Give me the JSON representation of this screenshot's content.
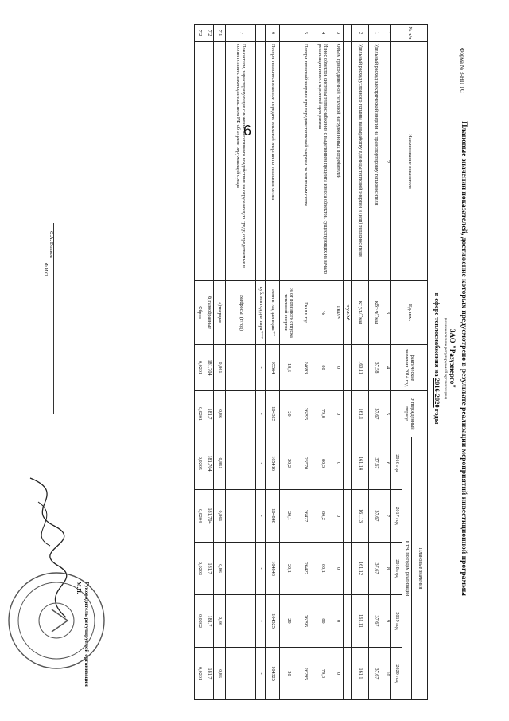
{
  "page_number": "6",
  "form_code": "Форма № 3-НП ТС",
  "heading": {
    "line1": "Плановые значения показателей, достижение которых предусмотрено в результате реализации мероприятий инвестиционной программы",
    "org": "ЗАО \"Разуэнерго\"",
    "org_caption": "(наименование регулируемой организации)",
    "period_prefix": "в сфере теплоснабжения на",
    "period": "2016-2020",
    "period_suffix": "годы"
  },
  "columns": {
    "num": "№ п/п",
    "name": "Наименование показателя",
    "unit": "Ед. изм.",
    "fact": "фактические значения 2014 год",
    "approved": "Утвержденный период",
    "planned": "Плановые значения",
    "by_year": "в т.ч. по годам реализации",
    "years": [
      "2016 год",
      "2017 год",
      "2018 год",
      "2019 год",
      "2020 год"
    ],
    "index": [
      "1",
      "2",
      "3",
      "4",
      "5",
      "6",
      "7",
      "8",
      "9",
      "10"
    ]
  },
  "rows": [
    {
      "n": "1",
      "name": "Удельный расход электрической энергии на транспортировку теплоносителя",
      "unit": "кВт·ч/Гкал",
      "vals": [
        "37,58",
        "37,67",
        "37,67",
        "37,67",
        "37,67",
        "37,67",
        "37,67"
      ]
    },
    {
      "n": "2",
      "name": "Удельный расход условного топлива на выработку единицы тепловой энергии и (или) теплоносителя",
      "unit": "кг у.т./Гкал",
      "vals": [
        "160,11",
        "161,1",
        "161,14",
        "161,13",
        "161,12",
        "161,11",
        "161,1"
      ]
    },
    {
      "n": "",
      "name": "",
      "unit": "т у.т./м³",
      "vals": [
        "-",
        "-",
        "-",
        "-",
        "-",
        "-",
        "-"
      ]
    },
    {
      "n": "3",
      "name": "Объем присоединенной тепловой нагрузки новых потребителей",
      "unit": "Гкал/ч",
      "vals": [
        "0",
        "0",
        "0",
        "0",
        "0",
        "0",
        "0"
      ]
    },
    {
      "n": "4",
      "name": "Износ объектов системы теплоснабжения с выделением процента износа объектов, существующих на начало реализации инвестиционной программы",
      "unit": "%",
      "vals": [
        "80",
        "79,8",
        "80,3",
        "80,2",
        "80,1",
        "80",
        "79,8"
      ]
    },
    {
      "n": "5",
      "name": "Потери тепловой энергии при передаче тепловой энергии по тепловым сетям",
      "unit": "Гкал в год",
      "vals": [
        "24693",
        "26295",
        "26570",
        "26427",
        "26427",
        "26295",
        "26295"
      ]
    },
    {
      "n": "",
      "name": "",
      "unit": "% от полезного отпуска тепловой энергии",
      "vals": [
        "18,6",
        "20",
        "20,2",
        "20,1",
        "20,1",
        "20",
        "20"
      ]
    },
    {
      "n": "6",
      "name": "Потери теплоносителя при передаче тепловой энергии по тепловым сетям",
      "unit": "тонн в год для воды **",
      "vals": [
        "95564",
        "104325",
        "105416",
        "104848",
        "104848",
        "104325",
        "104325"
      ]
    },
    {
      "n": "",
      "name": "",
      "unit": "куб. м в год для пара ***",
      "vals": [
        "-",
        "-",
        "-",
        "-",
        "-",
        "-",
        "-"
      ]
    },
    {
      "n": "7",
      "name": "Показатели, характеризующие снижение негативного воздействия на окружающую среду, определяемые в соответствии с законодательством РФ об охране окружающей среды",
      "unit": "Выбросы: (т/год)",
      "vals": [
        "",
        "",
        "",
        "",
        "",
        "",
        ""
      ]
    },
    {
      "n": "7.1",
      "name": "",
      "unit": "а)твердые",
      "vals": [
        "0,861",
        "0,86",
        "0,861",
        "0,861",
        "0,86",
        "0,86",
        "0,86"
      ]
    },
    {
      "n": "7.2",
      "name": "",
      "unit": "б)газообразные",
      "vals": [
        "181,704",
        "181,7",
        "181,704",
        "181,704",
        "181,7",
        "181,7",
        "181,7"
      ]
    },
    {
      "n": "7.2",
      "name": "",
      "unit": "Сброс",
      "vals": [
        "0,0201",
        "0,0201",
        "0,0205",
        "0,0204",
        "0,0203",
        "0,0202",
        "0,0201"
      ]
    }
  ],
  "signature": {
    "role": "Руководитель регулируемой организации",
    "mp": "М.П.",
    "name": "С.А. Волков",
    "fio_caption": "Ф.И.О."
  },
  "stamp_icon": "round-seal-icon",
  "signature_icon": "handwritten-signature-icon"
}
